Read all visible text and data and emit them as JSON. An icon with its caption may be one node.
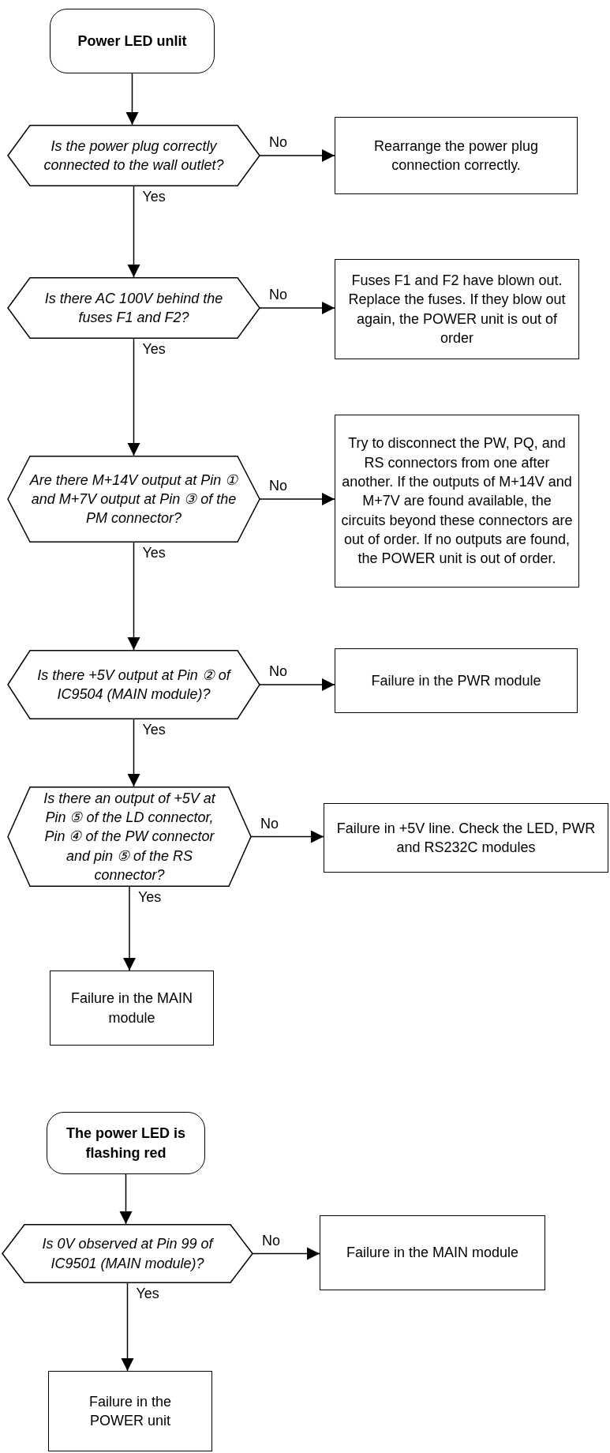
{
  "diagram": {
    "nodes": [
      {
        "text": [
          "Power LED unlit"
        ]
      },
      {
        "text": [
          "Is the power plug correctly connected to the wall outlet?"
        ]
      },
      {
        "text": [
          "Rearrange the power plug connection correctly."
        ]
      },
      {
        "text": [
          "Is there AC 100V behind the fuses F1 and F2?"
        ]
      },
      {
        "text": [
          "Fuses F1 and F2 have blown out. Replace the fuses. If they blow out again, the POWER unit is out of order"
        ]
      },
      {
        "text": [
          "Are there M+14V output at Pin ① and M+7V output at Pin ③ of the PM connector?"
        ]
      },
      {
        "text": [
          "Try to disconnect the PW, PQ, and RS connectors from one after another. If the outputs of M+14V and M+7V are found available, the circuits beyond these connectors are out of order. If no outputs are found, the POWER unit is out of order."
        ]
      },
      {
        "text": [
          "Is there +5V output at Pin ② of IC9504 (MAIN module)?"
        ]
      },
      {
        "text": [
          "Failure in the PWR module"
        ]
      },
      {
        "text": [
          "Is there an output of +5V at Pin ⑤ of the LD connector, Pin ④ of the PW connector and pin ⑤ of the RS connector?"
        ]
      },
      {
        "text": [
          "Failure in +5V line. Check the LED, PWR and RS232C modules"
        ]
      },
      {
        "text": [
          "Failure in the MAIN module"
        ]
      },
      {
        "text": [
          "The power LED is flashing red"
        ]
      },
      {
        "text": [
          "Is 0V observed at Pin 99 of IC9501 (MAIN module)?"
        ]
      },
      {
        "text": [
          "Failure in the MAIN module"
        ]
      },
      {
        "text": [
          "Failure in the POWER unit"
        ]
      }
    ],
    "edges": [
      {
        "from": 0,
        "to": 1,
        "arrow": "to"
      },
      {
        "from": 1,
        "to": 2,
        "arrow": "to",
        "label": "No"
      },
      {
        "from": 1,
        "to": 3,
        "arrow": "to",
        "label": "Yes"
      },
      {
        "from": 3,
        "to": 4,
        "arrow": "to",
        "label": "No"
      },
      {
        "from": 3,
        "to": 5,
        "arrow": "to",
        "label": "Yes"
      },
      {
        "from": 5,
        "to": 6,
        "arrow": "to",
        "label": "No"
      },
      {
        "from": 5,
        "to": 7,
        "arrow": "to",
        "label": "Yes"
      },
      {
        "from": 7,
        "to": 8,
        "arrow": "to",
        "label": "No"
      },
      {
        "from": 7,
        "to": 9,
        "arrow": "to",
        "label": "Yes"
      },
      {
        "from": 9,
        "to": 10,
        "arrow": "to",
        "label": "No"
      },
      {
        "from": 9,
        "to": 11,
        "arrow": "to",
        "label": "Yes"
      },
      {
        "from": 12,
        "to": 13,
        "arrow": "to"
      },
      {
        "from": 13,
        "to": 14,
        "arrow": "to",
        "label": "No"
      },
      {
        "from": 13,
        "to": 15,
        "arrow": "to",
        "label": "Yes"
      }
    ]
  }
}
